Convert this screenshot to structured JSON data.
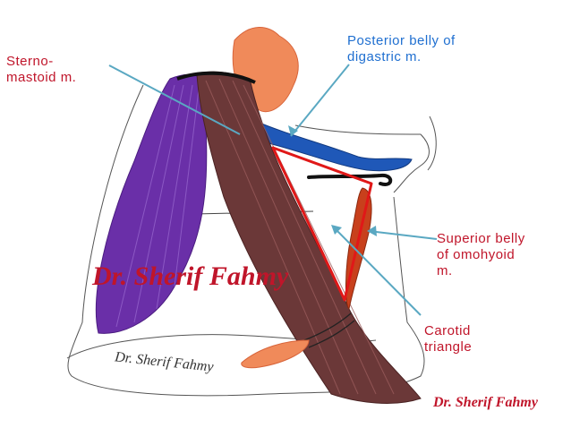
{
  "labels": {
    "sternomastoid": "Sterno-\nmastoid m.",
    "digastric": "Posterior belly of\ndigastric m.",
    "omohyoid": "Superior belly\nof omohyoid\nm.",
    "carotid": "Carotid\ntriangle"
  },
  "watermarks": {
    "center": "Dr. Sherif Fahmy",
    "corner": "Dr. Sherif Fahmy",
    "handwritten": "Dr. Sherif Fahmy"
  },
  "colors": {
    "sternomastoid": "#6b3838",
    "trapezius": "#6a2fa8",
    "digastric": "#1f58b8",
    "carotid_outline": "#e01818",
    "omohyoid": "#c8401c",
    "gland": "#f08a5a",
    "pointer": "#5aa8c2",
    "text_red": "#c0152a",
    "text_blue": "#1f6fd0"
  }
}
